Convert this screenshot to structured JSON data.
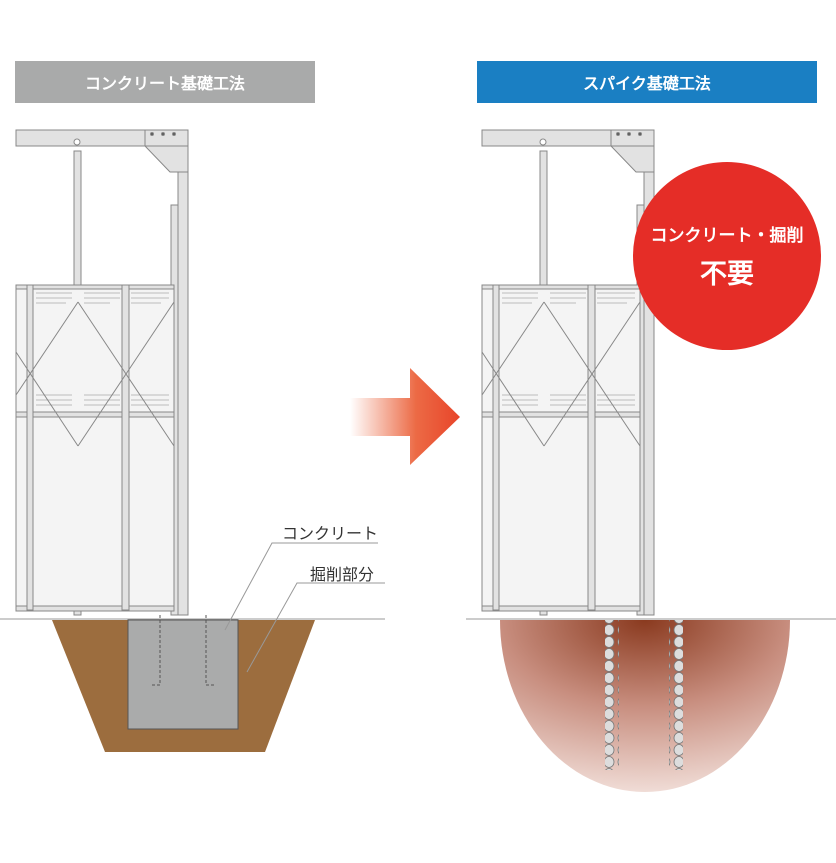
{
  "headers": {
    "left": "コンクリート基礎工法",
    "right": "スパイク基礎工法"
  },
  "labels": {
    "concrete": "コンクリート",
    "excavation": "掘削部分"
  },
  "badge": {
    "line1": "コンクリート・掘削",
    "line2": "不要"
  },
  "colors": {
    "left_header": "#a9aaaa",
    "right_header": "#1a7fc3",
    "soil": "#9c6d3e",
    "concrete": "#aaabab",
    "badge": "#e52d27",
    "arrow": "#e8502a"
  }
}
